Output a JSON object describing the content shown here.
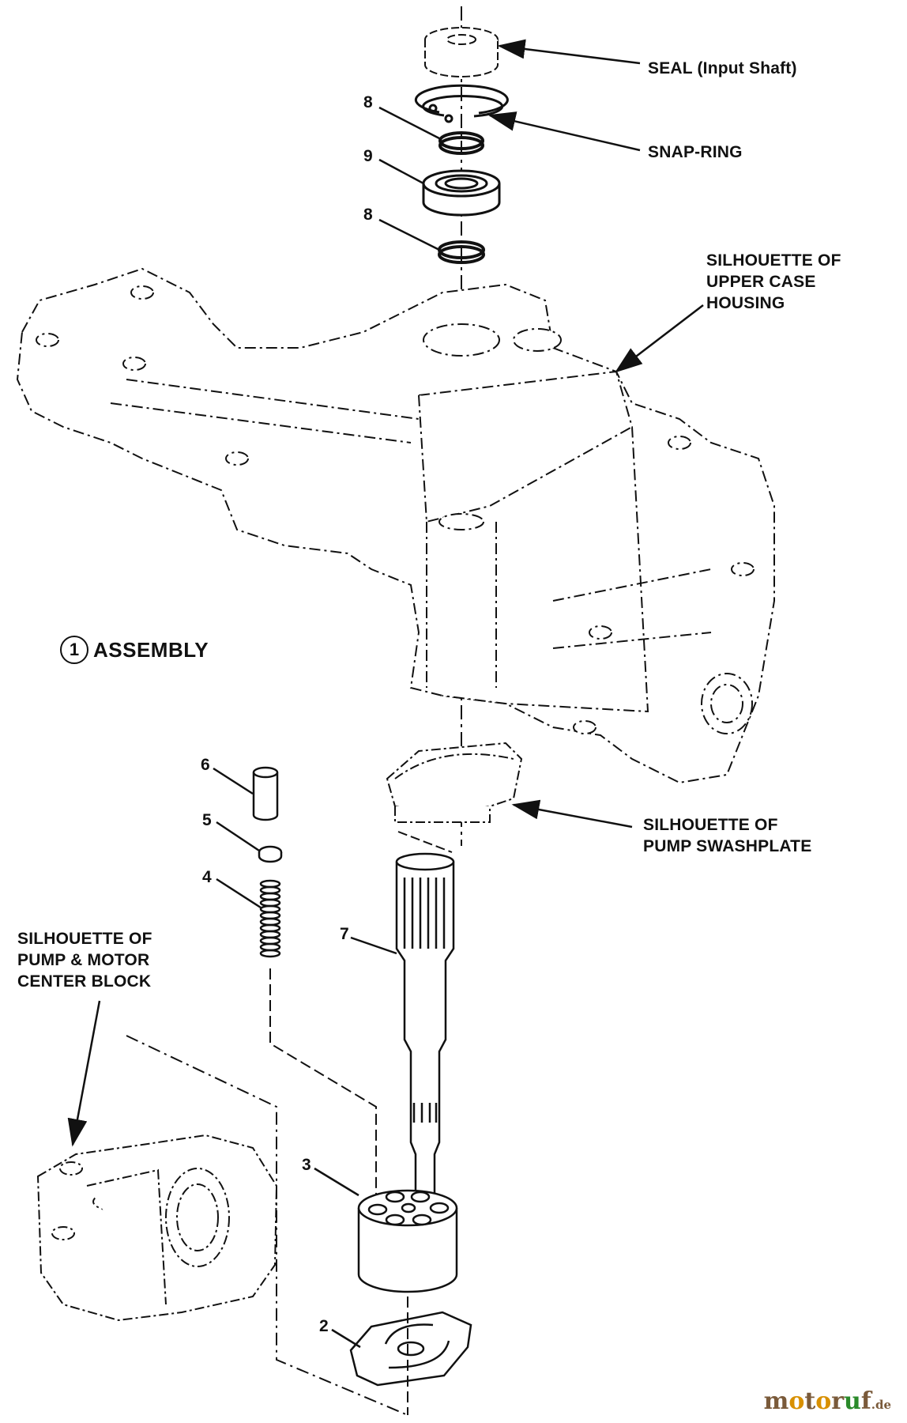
{
  "labels": {
    "seal": "SEAL (Input Shaft)",
    "snap_ring": "SNAP-RING",
    "upper_case_1": "SILHOUETTE OF",
    "upper_case_2": "UPPER CASE",
    "upper_case_3": "HOUSING",
    "swashplate_1": "SILHOUETTE OF",
    "swashplate_2": "PUMP SWASHPLATE",
    "center_block_1": "SILHOUETTE OF",
    "center_block_2": "PUMP & MOTOR",
    "center_block_3": "CENTER BLOCK"
  },
  "assembly": {
    "number": "1",
    "text": "ASSEMBLY"
  },
  "part_numbers": {
    "p8_top": "8",
    "p9": "9",
    "p8_bottom": "8",
    "p6": "6",
    "p5": "5",
    "p4": "4",
    "p7": "7",
    "p3": "3",
    "p2": "2"
  },
  "watermark": {
    "main_a": "m",
    "main_o": "o",
    "main_b": "t",
    "main_o2": "o",
    "main_c": "r",
    "main_u": "u",
    "main_d": "f",
    "suffix": ".de"
  }
}
